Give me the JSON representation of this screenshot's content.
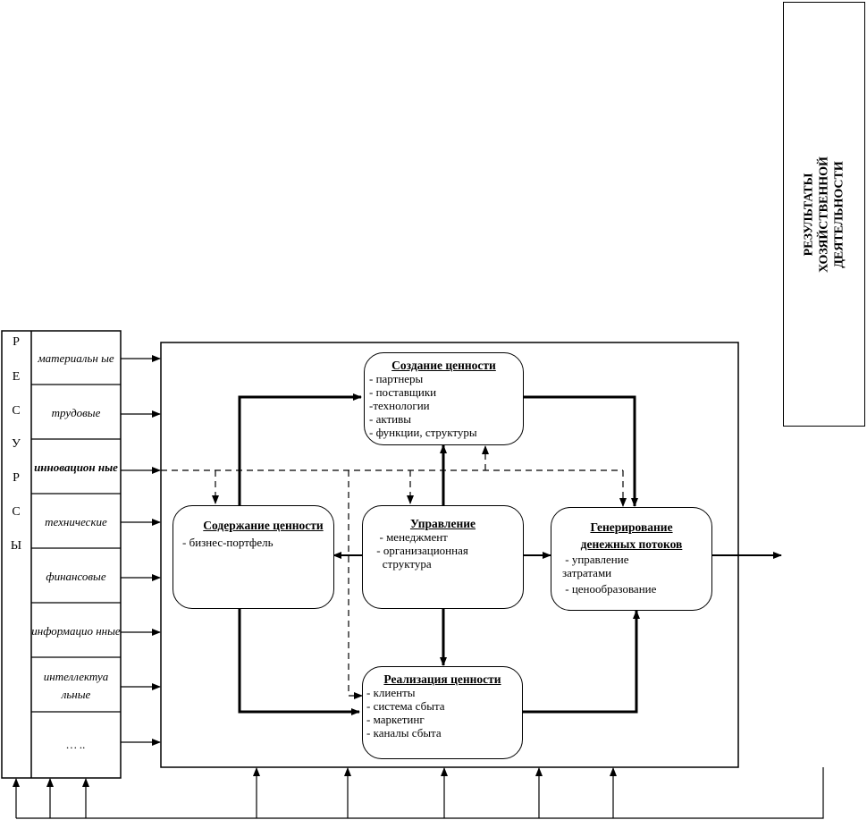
{
  "resources": {
    "label_letters": [
      "Р",
      "Е",
      "С",
      "У",
      "Р",
      "С",
      "Ы"
    ],
    "items": [
      {
        "label": "материальн ые",
        "bold": false
      },
      {
        "label": "трудовые",
        "bold": false
      },
      {
        "label": "инновацион ные",
        "bold": true
      },
      {
        "label": "технические",
        "bold": false
      },
      {
        "label": "финансовые",
        "bold": false
      },
      {
        "label": "информацио нные",
        "bold": false
      },
      {
        "label": "интеллектуа льные",
        "bold": false
      },
      {
        "label": "… ..",
        "bold": false
      }
    ]
  },
  "nodes": {
    "creation": {
      "title": "Создание ценности",
      "items": [
        "- партнеры",
        "- поставщики",
        "-технологии",
        "- активы",
        "- функции, структуры"
      ]
    },
    "content": {
      "title": "Содержание ценности",
      "items": [
        "- бизнес-портфель"
      ]
    },
    "management": {
      "title": "Управление",
      "items": [
        "  - менеджмент",
        " - организационная",
        "   структура"
      ]
    },
    "cashflow": {
      "title": "Генерирование денежных потоков",
      "items": [
        " - управление",
        "затратами",
        " - ценообразование"
      ]
    },
    "realization": {
      "title": "Реализация ценности",
      "items": [
        "- клиенты",
        "- система сбыта",
        "- маркетинг",
        "- каналы сбыта"
      ]
    }
  },
  "results": {
    "lines": [
      "РЕЗУЛЬТАТЫ",
      "ХОЗЯЙСТВЕННОЙ",
      "ДЕЯТЕЛЬНОСТИ"
    ]
  }
}
